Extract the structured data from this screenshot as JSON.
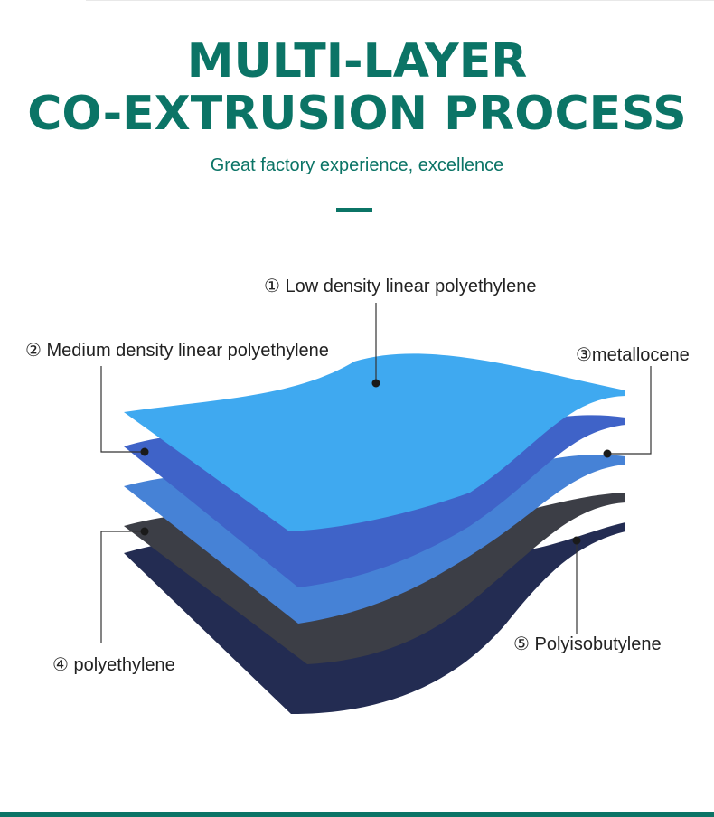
{
  "header": {
    "title_line1": "MULTI-LAYER",
    "title_line2": "CO-EXTRUSION PROCESS",
    "subtitle": "Great factory experience, excellence"
  },
  "colors": {
    "brand": "#0b7466",
    "layer_top": "#3fa9f0",
    "layer_blue": "#3f63c8",
    "layer_mid_blue": "#4682d6",
    "layer_charcoal": "#3c3e46",
    "layer_navy": "#232c52",
    "leader_line": "#333333"
  },
  "layers": [
    {
      "id": "layer-1",
      "label": "① Low density linear polyethylene"
    },
    {
      "id": "layer-2",
      "label": "② Medium density linear polyethylene"
    },
    {
      "id": "layer-3",
      "label": "③metallocene"
    },
    {
      "id": "layer-4",
      "label": "④ polyethylene"
    },
    {
      "id": "layer-5",
      "label": "⑤ Polyisobutylene"
    }
  ]
}
